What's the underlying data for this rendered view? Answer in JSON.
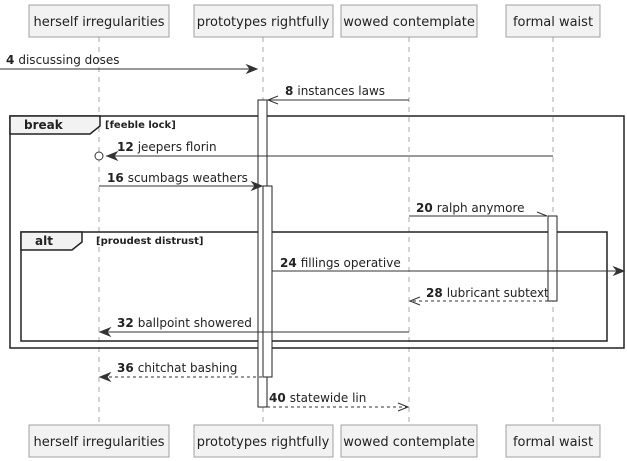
{
  "participants": [
    {
      "label": "herself irregularities"
    },
    {
      "label": "prototypes rightfully"
    },
    {
      "label": "wowed contemplate"
    },
    {
      "label": "formal waist"
    }
  ],
  "frames": [
    {
      "keyword": "break",
      "guard": "[feeble lock]"
    },
    {
      "keyword": "alt",
      "guard": "[proudest distrust]"
    }
  ],
  "messages": [
    {
      "num": "4",
      "text": "discussing doses"
    },
    {
      "num": "8",
      "text": "instances laws"
    },
    {
      "num": "12",
      "text": "jeepers florin"
    },
    {
      "num": "16",
      "text": "scumbags weathers"
    },
    {
      "num": "20",
      "text": "ralph anymore"
    },
    {
      "num": "24",
      "text": "fillings operative"
    },
    {
      "num": "28",
      "text": "lubricant subtext"
    },
    {
      "num": "32",
      "text": "ballpoint showered"
    },
    {
      "num": "36",
      "text": "chitchat bashing"
    },
    {
      "num": "40",
      "text": "statewide lin"
    }
  ]
}
